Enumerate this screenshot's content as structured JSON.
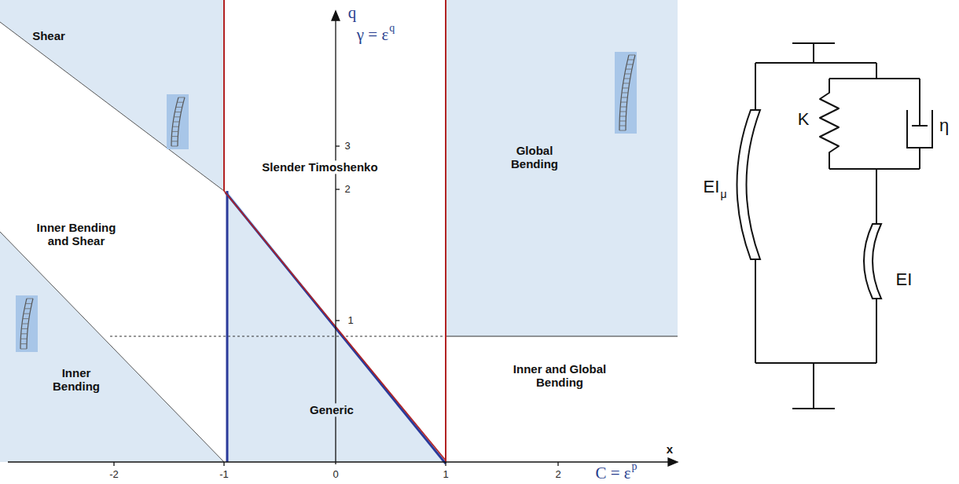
{
  "diagram": {
    "labels": [
      "q",
      "γ = ε",
      "q",
      "3",
      "2",
      "1",
      "-2",
      "-1",
      "0",
      "1",
      "2",
      "x",
      "C = ε",
      "p",
      "Shear",
      "Slender Timoshenko",
      "Global Bending",
      "Inner Bending and Shear",
      "Inner Bending",
      "Generic",
      "Inner and Global Bending",
      "K",
      "η",
      "EI",
      "μ",
      "EI"
    ]
  }
}
